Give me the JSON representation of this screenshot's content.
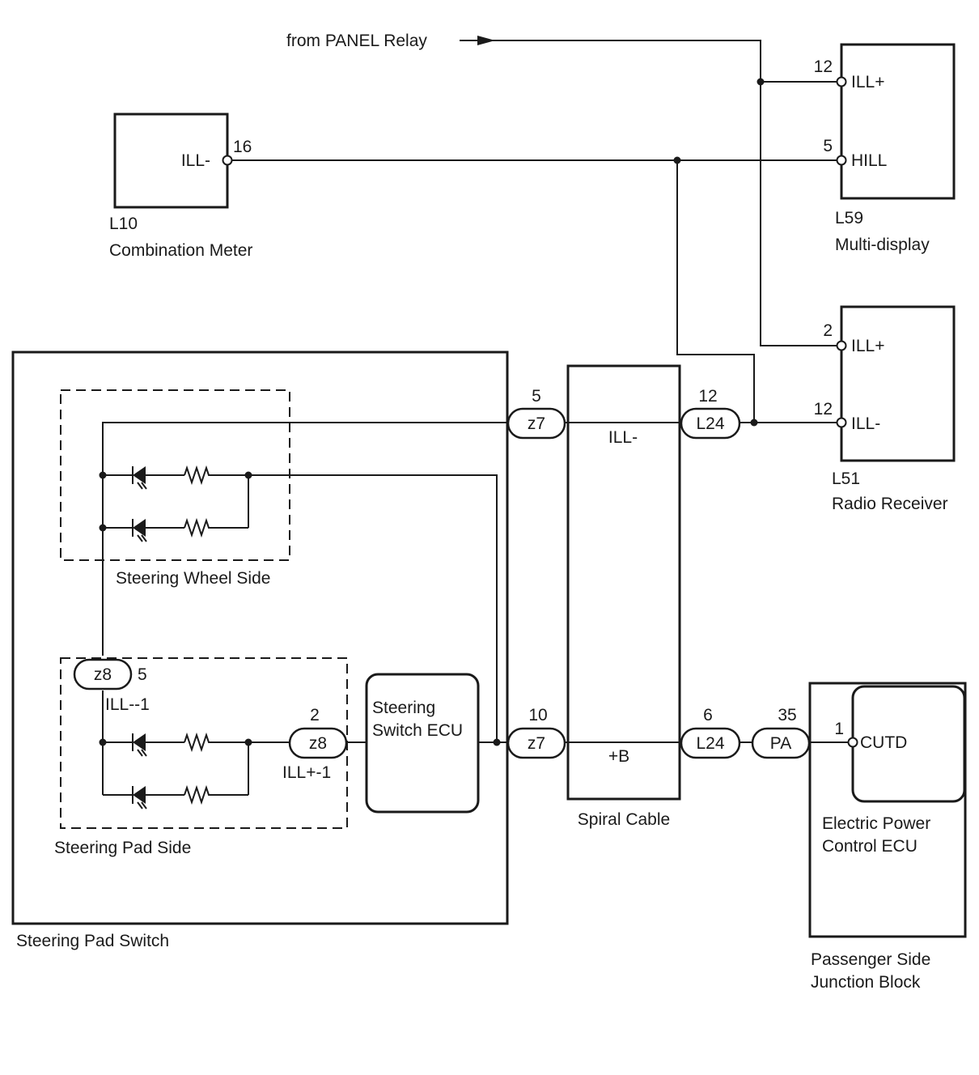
{
  "feed": {
    "label": "from PANEL Relay"
  },
  "combination_meter": {
    "code": "L10",
    "name": "Combination Meter",
    "terminal": "ILL-",
    "pin": "16"
  },
  "multi_display": {
    "code": "L59",
    "name": "Multi-display",
    "term_ill_plus": "ILL+",
    "pin_ill_plus": "12",
    "term_hill": "HILL",
    "pin_hill": "5"
  },
  "radio_receiver": {
    "code": "L51",
    "name": "Radio Receiver",
    "term_ill_plus": "ILL+",
    "pin_ill_plus": "2",
    "term_ill_minus": "ILL-",
    "pin_ill_minus": "12"
  },
  "steering_pad_switch": {
    "name": "Steering Pad Switch",
    "wheel_side": "Steering Wheel Side",
    "pad_side": "Steering Pad Side",
    "ecu_line1": "Steering",
    "ecu_line2": "Switch ECU"
  },
  "z8_upper": {
    "label": "z8",
    "pin": "5",
    "terminal": "ILL--1"
  },
  "z8_lower": {
    "label": "z8",
    "pin": "2",
    "terminal": "ILL+-1"
  },
  "z7_top": {
    "label": "z7",
    "pin": "5"
  },
  "z7_bottom": {
    "label": "z7",
    "pin": "10"
  },
  "spiral_cable": {
    "name": "Spiral Cable",
    "line_top": "ILL-",
    "line_bottom": "+B"
  },
  "l24_top": {
    "label": "L24",
    "pin": "12"
  },
  "l24_bottom": {
    "label": "L24",
    "pin": "6"
  },
  "pa": {
    "label": "PA",
    "pin": "35"
  },
  "junction_block": {
    "name_line1": "Passenger Side",
    "name_line2": "Junction Block",
    "ecu_line1": "Electric Power",
    "ecu_line2": "Control ECU",
    "terminal": "CUTD",
    "pin": "1"
  }
}
